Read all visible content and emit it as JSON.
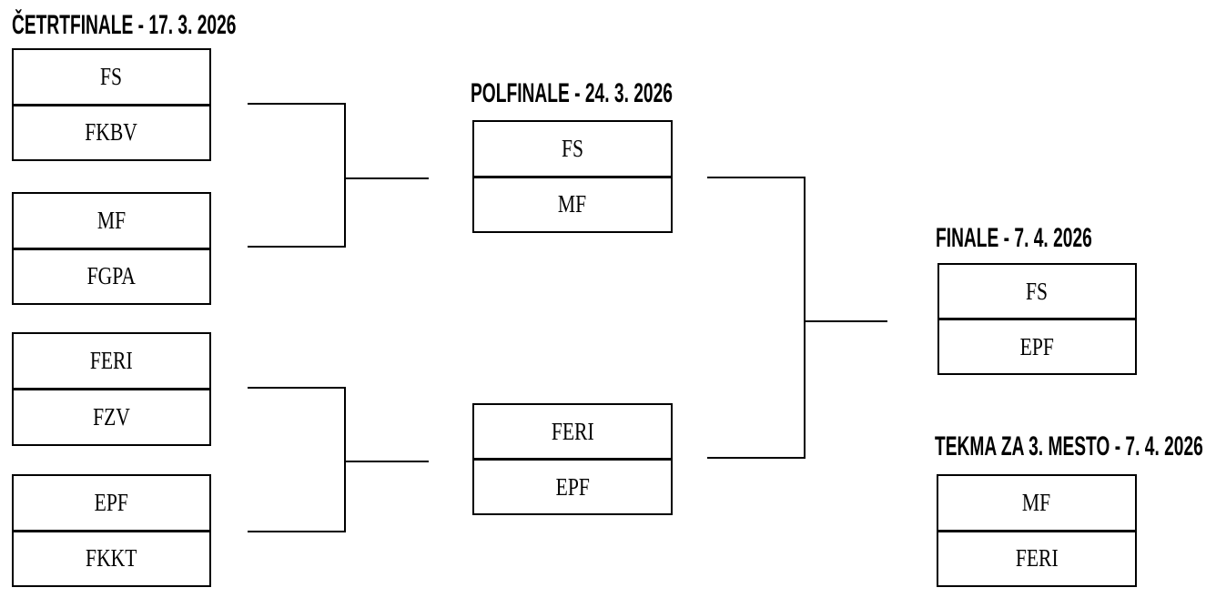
{
  "colors": {
    "background": "#ffffff",
    "line": "#000000",
    "text": "#000000"
  },
  "bracket": {
    "rounds": [
      {
        "id": "quarterfinal",
        "title": "ČETRTFINALE - 17. 3. 2026",
        "matches": [
          {
            "top": "FS",
            "bottom": "FKBV"
          },
          {
            "top": "MF",
            "bottom": "FGPA"
          },
          {
            "top": "FERI",
            "bottom": "FZV"
          },
          {
            "top": "EPF",
            "bottom": "FKKT"
          }
        ]
      },
      {
        "id": "semifinal",
        "title": "POLFINALE - 24. 3. 2026",
        "matches": [
          {
            "top": "FS",
            "bottom": "MF"
          },
          {
            "top": "FERI",
            "bottom": "EPF"
          }
        ]
      },
      {
        "id": "final",
        "title": "FINALE - 7. 4. 2026",
        "matches": [
          {
            "top": "FS",
            "bottom": "EPF"
          }
        ]
      },
      {
        "id": "third_place",
        "title": "TEKMA ZA 3. MESTO - 7. 4. 2026",
        "matches": [
          {
            "top": "MF",
            "bottom": "FERI"
          }
        ]
      }
    ]
  }
}
